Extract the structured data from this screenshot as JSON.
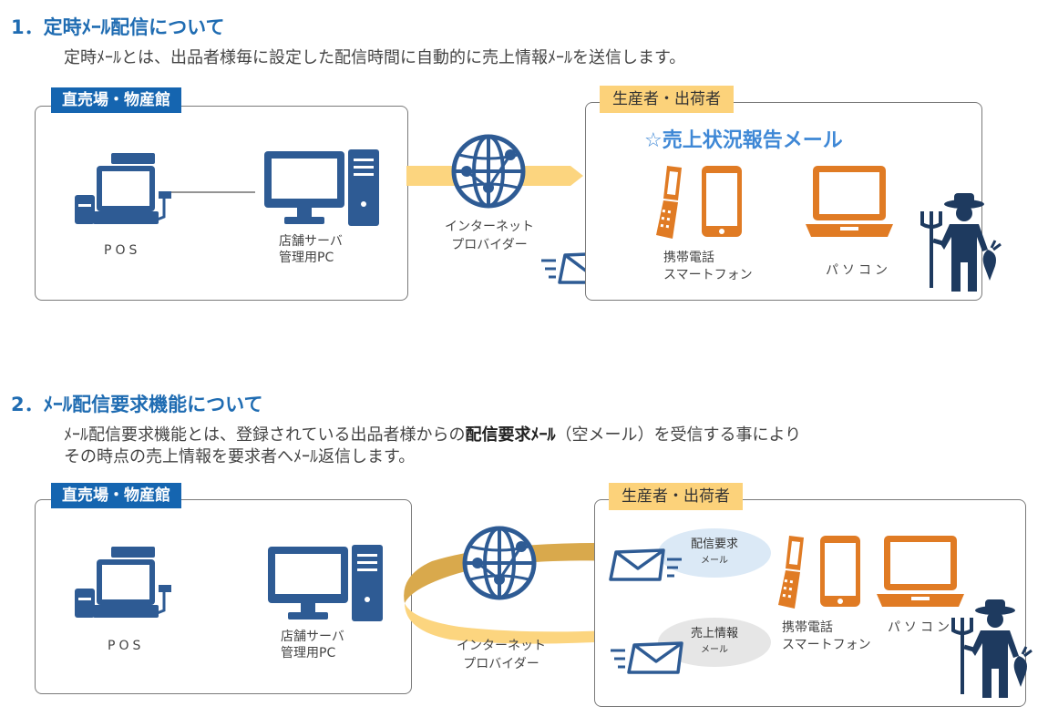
{
  "section1": {
    "heading": "1．定時ﾒｰﾙ配信について",
    "description": "定時ﾒｰﾙとは、出品者様毎に設定した配信時間に自動的に売上情報ﾒｰﾙを送信します。",
    "left_panel": {
      "tag": "直売場・物産館",
      "pos_label": "POS",
      "server_line1": "店舗サーバ",
      "server_line2": "管理用PC"
    },
    "provider_line1": "インターネット",
    "provider_line2": "プロバイダー",
    "right_panel": {
      "tag": "生産者・出荷者",
      "title": "☆売上状況報告メール",
      "phone_line1": "携帯電話",
      "phone_line2": "スマートフォン",
      "pc_label": "パソコン"
    }
  },
  "section2": {
    "heading": "2．ﾒｰﾙ配信要求機能について",
    "description_line1_pre": "ﾒｰﾙ配信要求機能とは、登録されている出品者様からの",
    "description_line1_bold": "配信要求ﾒｰﾙ",
    "description_line1_post": "（空メール）を受信する事により",
    "description_line2": "その時点の売上情報を要求者へﾒｰﾙ返信します。",
    "left_panel": {
      "tag": "直売場・物産館",
      "pos_label": "POS",
      "server_line1": "店舗サーバ",
      "server_line2": "管理用PC"
    },
    "provider_line1": "インターネット",
    "provider_line2": "プロバイダー",
    "request_bubble_line1": "配信要求",
    "request_bubble_line2": "メール",
    "reply_bubble_line1": "売上情報",
    "reply_bubble_line2": "メール",
    "right_panel": {
      "tag": "生産者・出荷者",
      "phone_line1": "携帯電話",
      "phone_line2": "スマートフォン",
      "pc_label": "パソコン"
    }
  },
  "colors": {
    "heading": "#1f6cb2",
    "tag_blue": "#1565b0",
    "tag_yellow": "#fcd27a",
    "device_blue": "#2e5b94",
    "device_orange": "#e07b24",
    "arrow_yellow": "#fcd57f",
    "arrow_gold": "#d9a94c"
  }
}
